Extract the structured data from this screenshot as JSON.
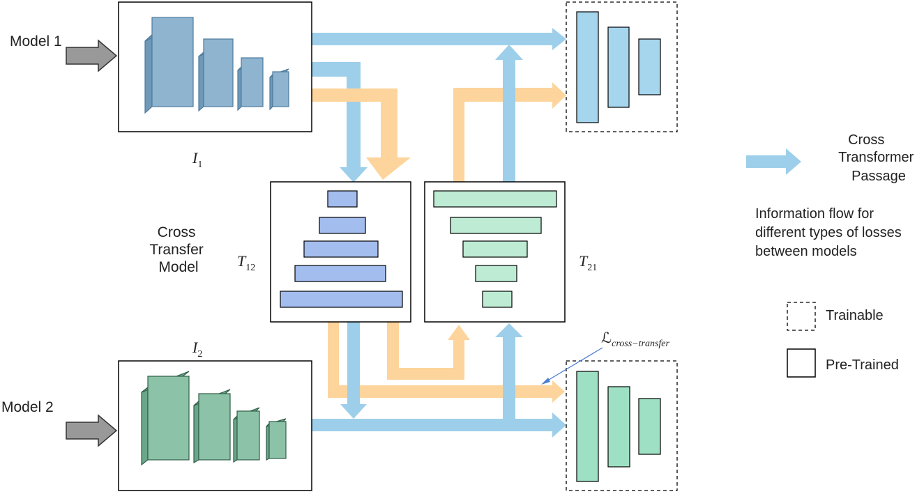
{
  "labels": {
    "model1": "Model  1",
    "model2": "Model  2",
    "cross_transfer_model": [
      "Cross",
      "Transfer",
      "Model"
    ],
    "i1": "I",
    "i1_sub": "1",
    "i2": "I",
    "i2_sub": "2",
    "t12": "T",
    "t12_sub": "12",
    "t21": "T",
    "t21_sub": "21",
    "loss": "ℒ",
    "loss_sub": "cross−transfer"
  },
  "legend": {
    "passage_label": [
      "Cross",
      "Transformer",
      "Passage"
    ],
    "info_flow": [
      "Information flow for",
      "different types of losses",
      "between models"
    ],
    "trainable": "Trainable",
    "pretrained": "Pre-Trained"
  },
  "colors": {
    "blue_arrow": "#9dcfea",
    "orange_arrow": "#fdd49b",
    "blue_block": "#8fb4cf",
    "blue_block_dark": "#6f99b8",
    "green_block": "#8cc3a8",
    "green_block_dark": "#6aa68a",
    "t12_bar": "#a3bdef",
    "t21_bar": "#bdebd3",
    "head_blue": "#a6d5ee",
    "head_green": "#9ee0c3",
    "input_arrow": "#999999",
    "loss_pointer": "#4a7fd4"
  }
}
